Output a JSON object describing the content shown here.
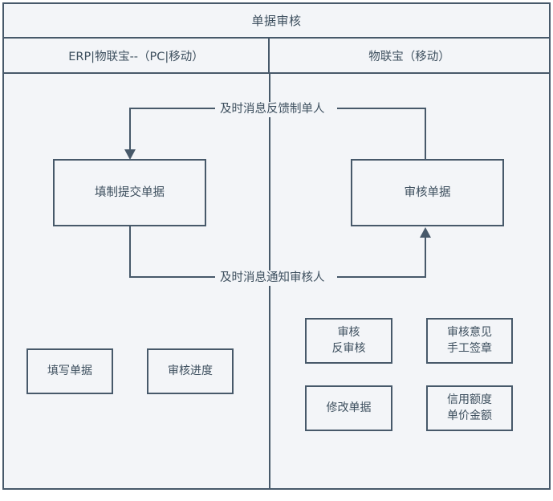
{
  "diagram": {
    "title": "单据审核",
    "lanes": [
      {
        "name": "ERP|物联宝--（PC|移动）"
      },
      {
        "name": "物联宝（移动）"
      }
    ],
    "nodes": {
      "fill_submit": "填制提交单据",
      "audit_doc": "审核单据",
      "fill_doc": "填写单据",
      "audit_progress": "审核进度",
      "audit_unaudit": "审核\n反审核",
      "audit_opinion": "审核意见\n手工签章",
      "modify_doc": "修改单据",
      "credit_limit": "信用额度\n单价金额"
    },
    "edges": {
      "feedback_label": "及时消息反馈制单人",
      "notify_label": "及时消息通知审核人"
    },
    "colors": {
      "stroke": "#47596a",
      "fill": "#f3f5f8",
      "text": "#3d4f5e",
      "page": "#ffffff"
    }
  }
}
